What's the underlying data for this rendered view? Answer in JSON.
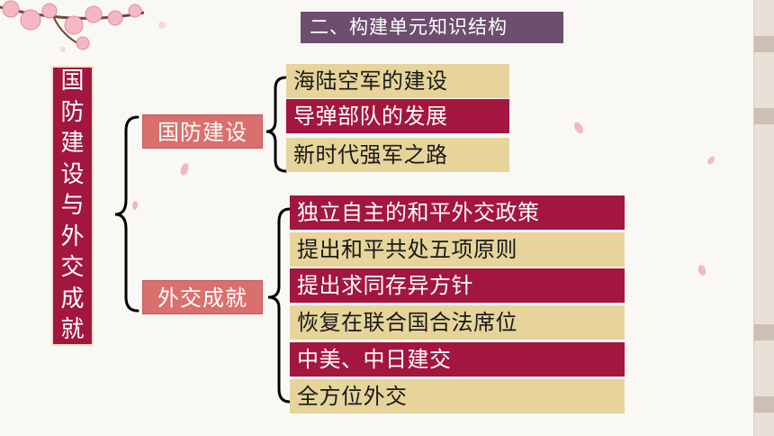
{
  "title": "二、构建单元知识结构",
  "main_topic": [
    "国",
    "防",
    "建",
    "设",
    "与",
    "外",
    "交",
    "成",
    "就"
  ],
  "branches": [
    {
      "label": "国防建设",
      "items": [
        "海陆空军的建设",
        "导弹部队的发展",
        "新时代强军之路"
      ]
    },
    {
      "label": "外交成就",
      "items": [
        "独立自主的和平外交政策",
        "提出和平共处五项原则",
        "提出求同存异方针",
        "恢复在联合国合法席位",
        "中美、中日建交",
        "全方位外交"
      ]
    }
  ],
  "colors": {
    "title_bg": "#6d4e6e",
    "main_bg": "#a3163f",
    "branch_bg": "#d9706e",
    "item_gold": "#e6d49a",
    "item_red": "#a3163f"
  }
}
